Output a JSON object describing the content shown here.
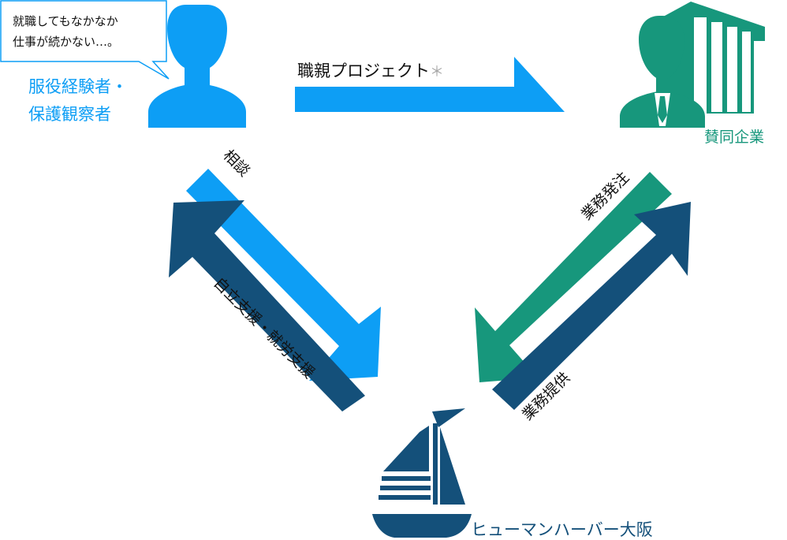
{
  "speech_bubble": {
    "line1": "就職してもなかなか",
    "line2": "仕事が続かない…。"
  },
  "person_left": {
    "label_line1": "服役経験者・",
    "label_line2": "保護観察者"
  },
  "company": {
    "label": "賛同企業"
  },
  "org": {
    "label": "ヒューマンハーバー大阪"
  },
  "arrows": {
    "top": "職親プロジェクト",
    "top_mark": "＊",
    "consult": "相談",
    "support": "自立支援・就労支援",
    "order": "業務発注",
    "provide": "業務提供"
  },
  "colors": {
    "light_blue": "#0d9ef5",
    "dark_navy": "#14507a",
    "teal": "#17977c",
    "gray_mark": "#a6a6a6"
  }
}
